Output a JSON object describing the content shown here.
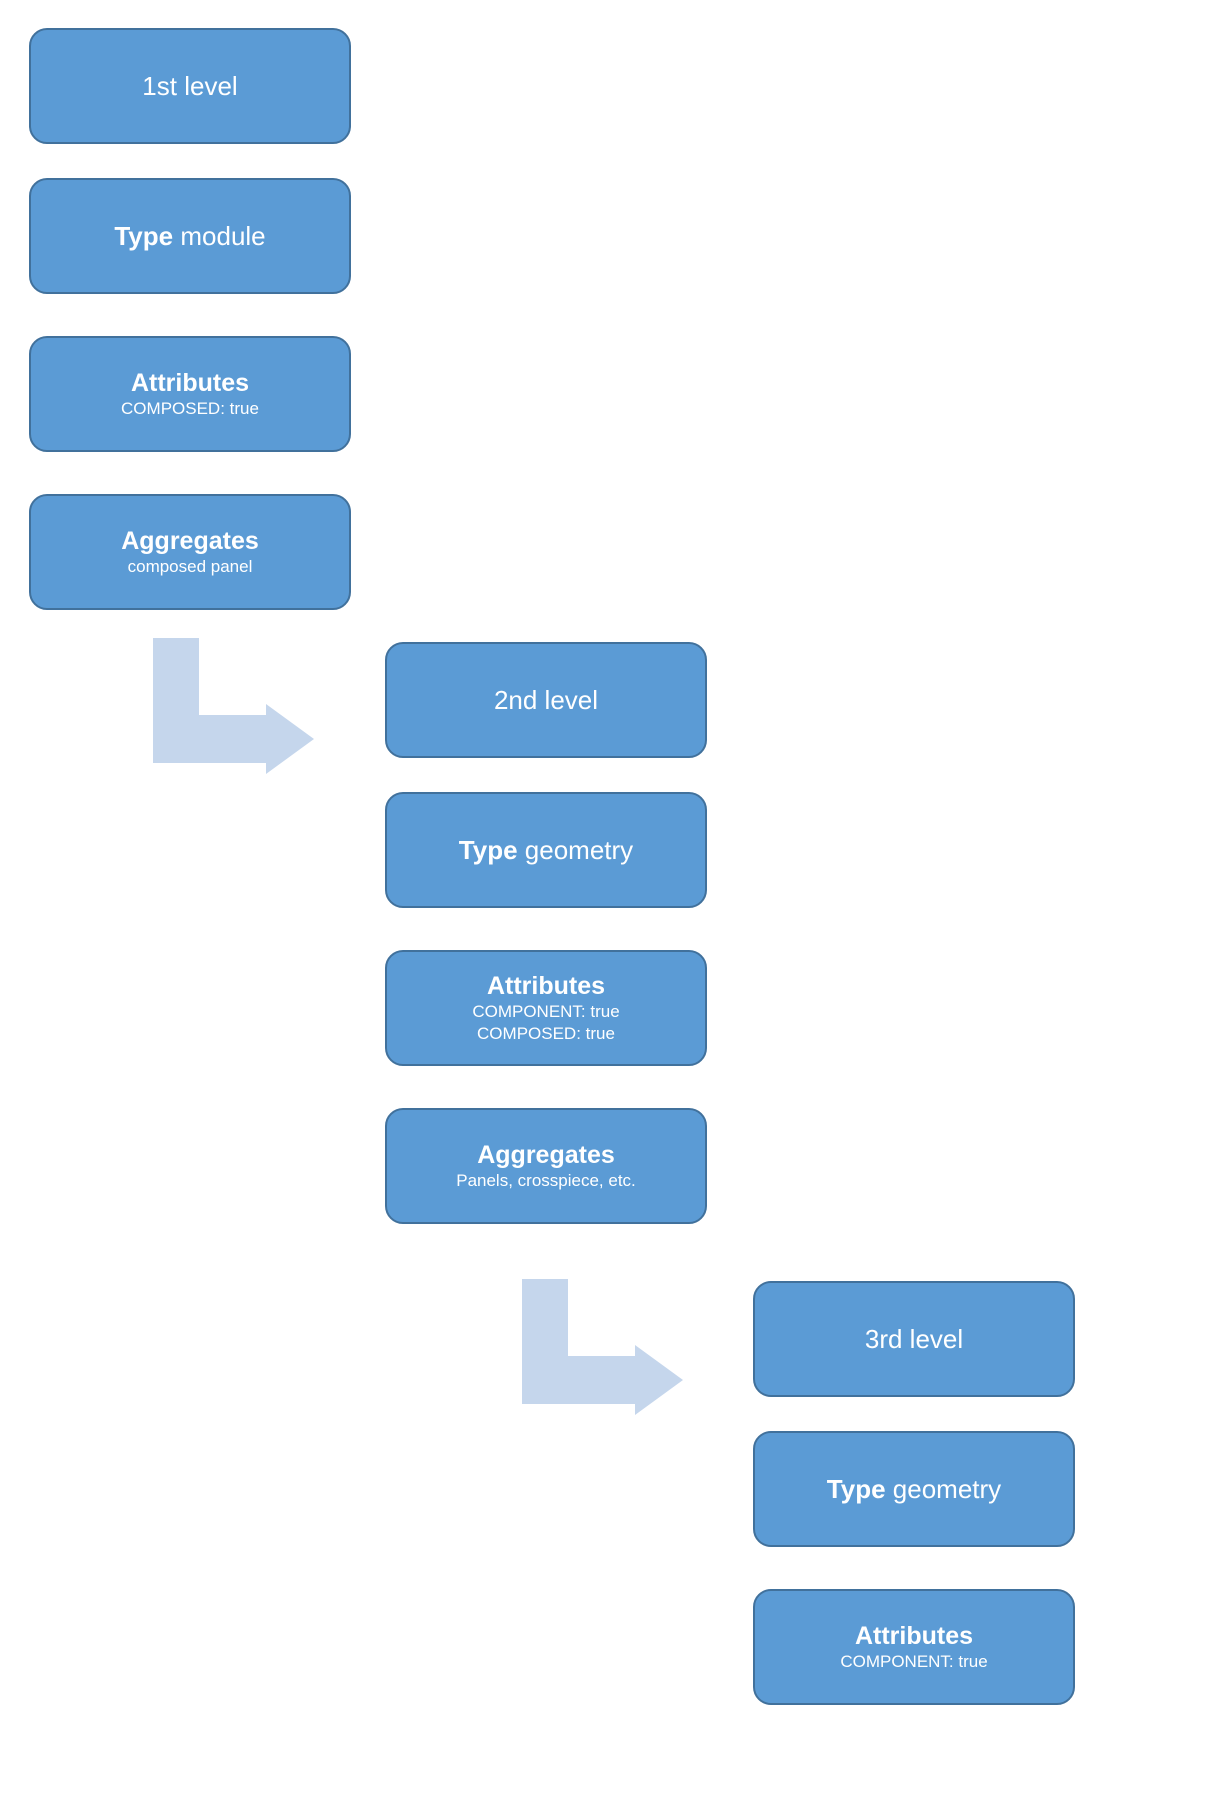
{
  "colors": {
    "box_fill": "#5b9bd5",
    "box_border": "#41719c",
    "arrow": "#c5d6ec"
  },
  "levels": [
    {
      "title": "1st level",
      "type_kw": "Type",
      "type_val": "module",
      "attributes_title": "Attributes",
      "attributes": [
        "COMPOSED: true"
      ],
      "aggregates_title": "Aggregates",
      "aggregates": [
        "composed panel"
      ]
    },
    {
      "title": "2nd level",
      "type_kw": "Type",
      "type_val": "geometry",
      "attributes_title": "Attributes",
      "attributes": [
        "COMPONENT: true",
        "COMPOSED: true"
      ],
      "aggregates_title": "Aggregates",
      "aggregates": [
        "Panels, crosspiece, etc."
      ]
    },
    {
      "title": "3rd level",
      "type_kw": "Type",
      "type_val": "geometry",
      "attributes_title": "Attributes",
      "attributes": [
        "COMPONENT: true"
      ]
    }
  ]
}
